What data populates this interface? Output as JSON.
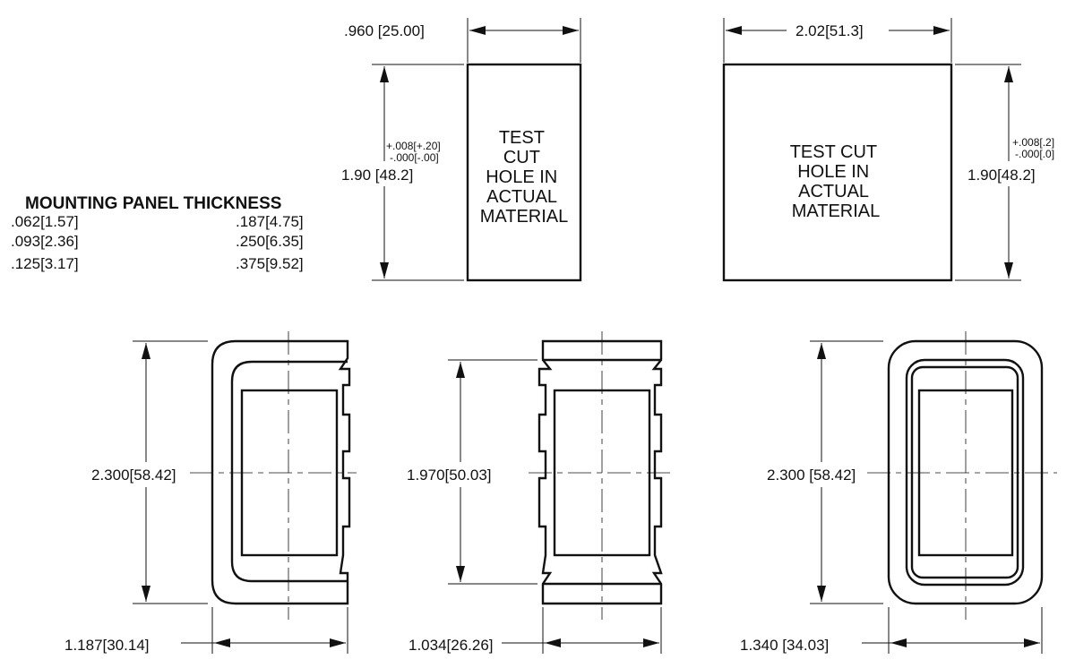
{
  "top_left_cutout": {
    "width_label": ".960 [25.00]",
    "height_label": "1.90 [48.2]",
    "tol_plus": "+.008[+.20]",
    "tol_minus": "-.000[-.00]",
    "text_lines": [
      "TEST",
      "CUT",
      "HOLE IN",
      "ACTUAL",
      "MATERIAL"
    ]
  },
  "top_right_cutout": {
    "width_label": "2.02[51.3]",
    "height_label": "1.90[48.2]",
    "tol_plus": "+.008[.2]",
    "tol_minus": "-.000[.0]",
    "text_lines": [
      "TEST CUT",
      "HOLE IN",
      "ACTUAL",
      "MATERIAL"
    ]
  },
  "mounting_panel": {
    "heading": "MOUNTING PANEL THICKNESS",
    "values": [
      ".062[1.57]",
      ".093[2.36]",
      ".125[3.17]",
      ".187[4.75]",
      ".250[6.35]",
      ".375[9.52]"
    ]
  },
  "bottom_left_panel": {
    "height_label": "2.300[58.42]",
    "width_label": "1.187[30.14]"
  },
  "bottom_center_panel": {
    "height_label": "1.970[50.03]",
    "width_label": "1.034[26.26]"
  },
  "bottom_right_panel": {
    "height_label": "2.300 [58.42]",
    "width_label": "1.340 [34.03]"
  }
}
